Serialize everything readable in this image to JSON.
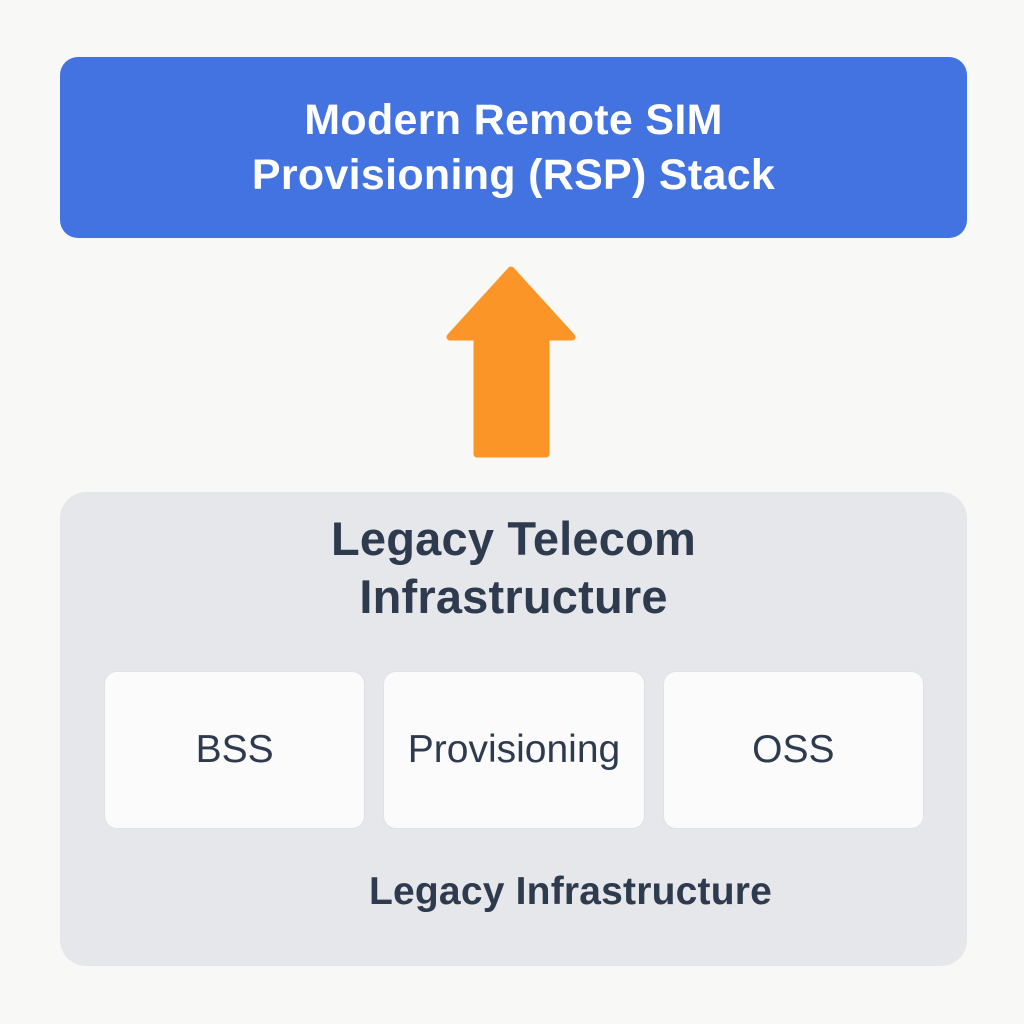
{
  "diagram": {
    "modern_stack": {
      "label": "Modern Remote SIM\nProvisioning (RSP) Stack",
      "bg_color": "#4273E1",
      "text_color": "#FFFFFF"
    },
    "upgrade_arrow": {
      "direction": "up",
      "color": "#FC9527"
    },
    "legacy_system": {
      "title": "Legacy Telecom\nInfrastructure",
      "bg_color": "#E5E7EA",
      "text_color": "#2E3B4E",
      "components": [
        {
          "label": "BSS"
        },
        {
          "label": "Provisioning"
        },
        {
          "label": "OSS"
        }
      ],
      "caption": "Legacy Infrastructure"
    },
    "page_bg_color": "#F8F8F6"
  }
}
